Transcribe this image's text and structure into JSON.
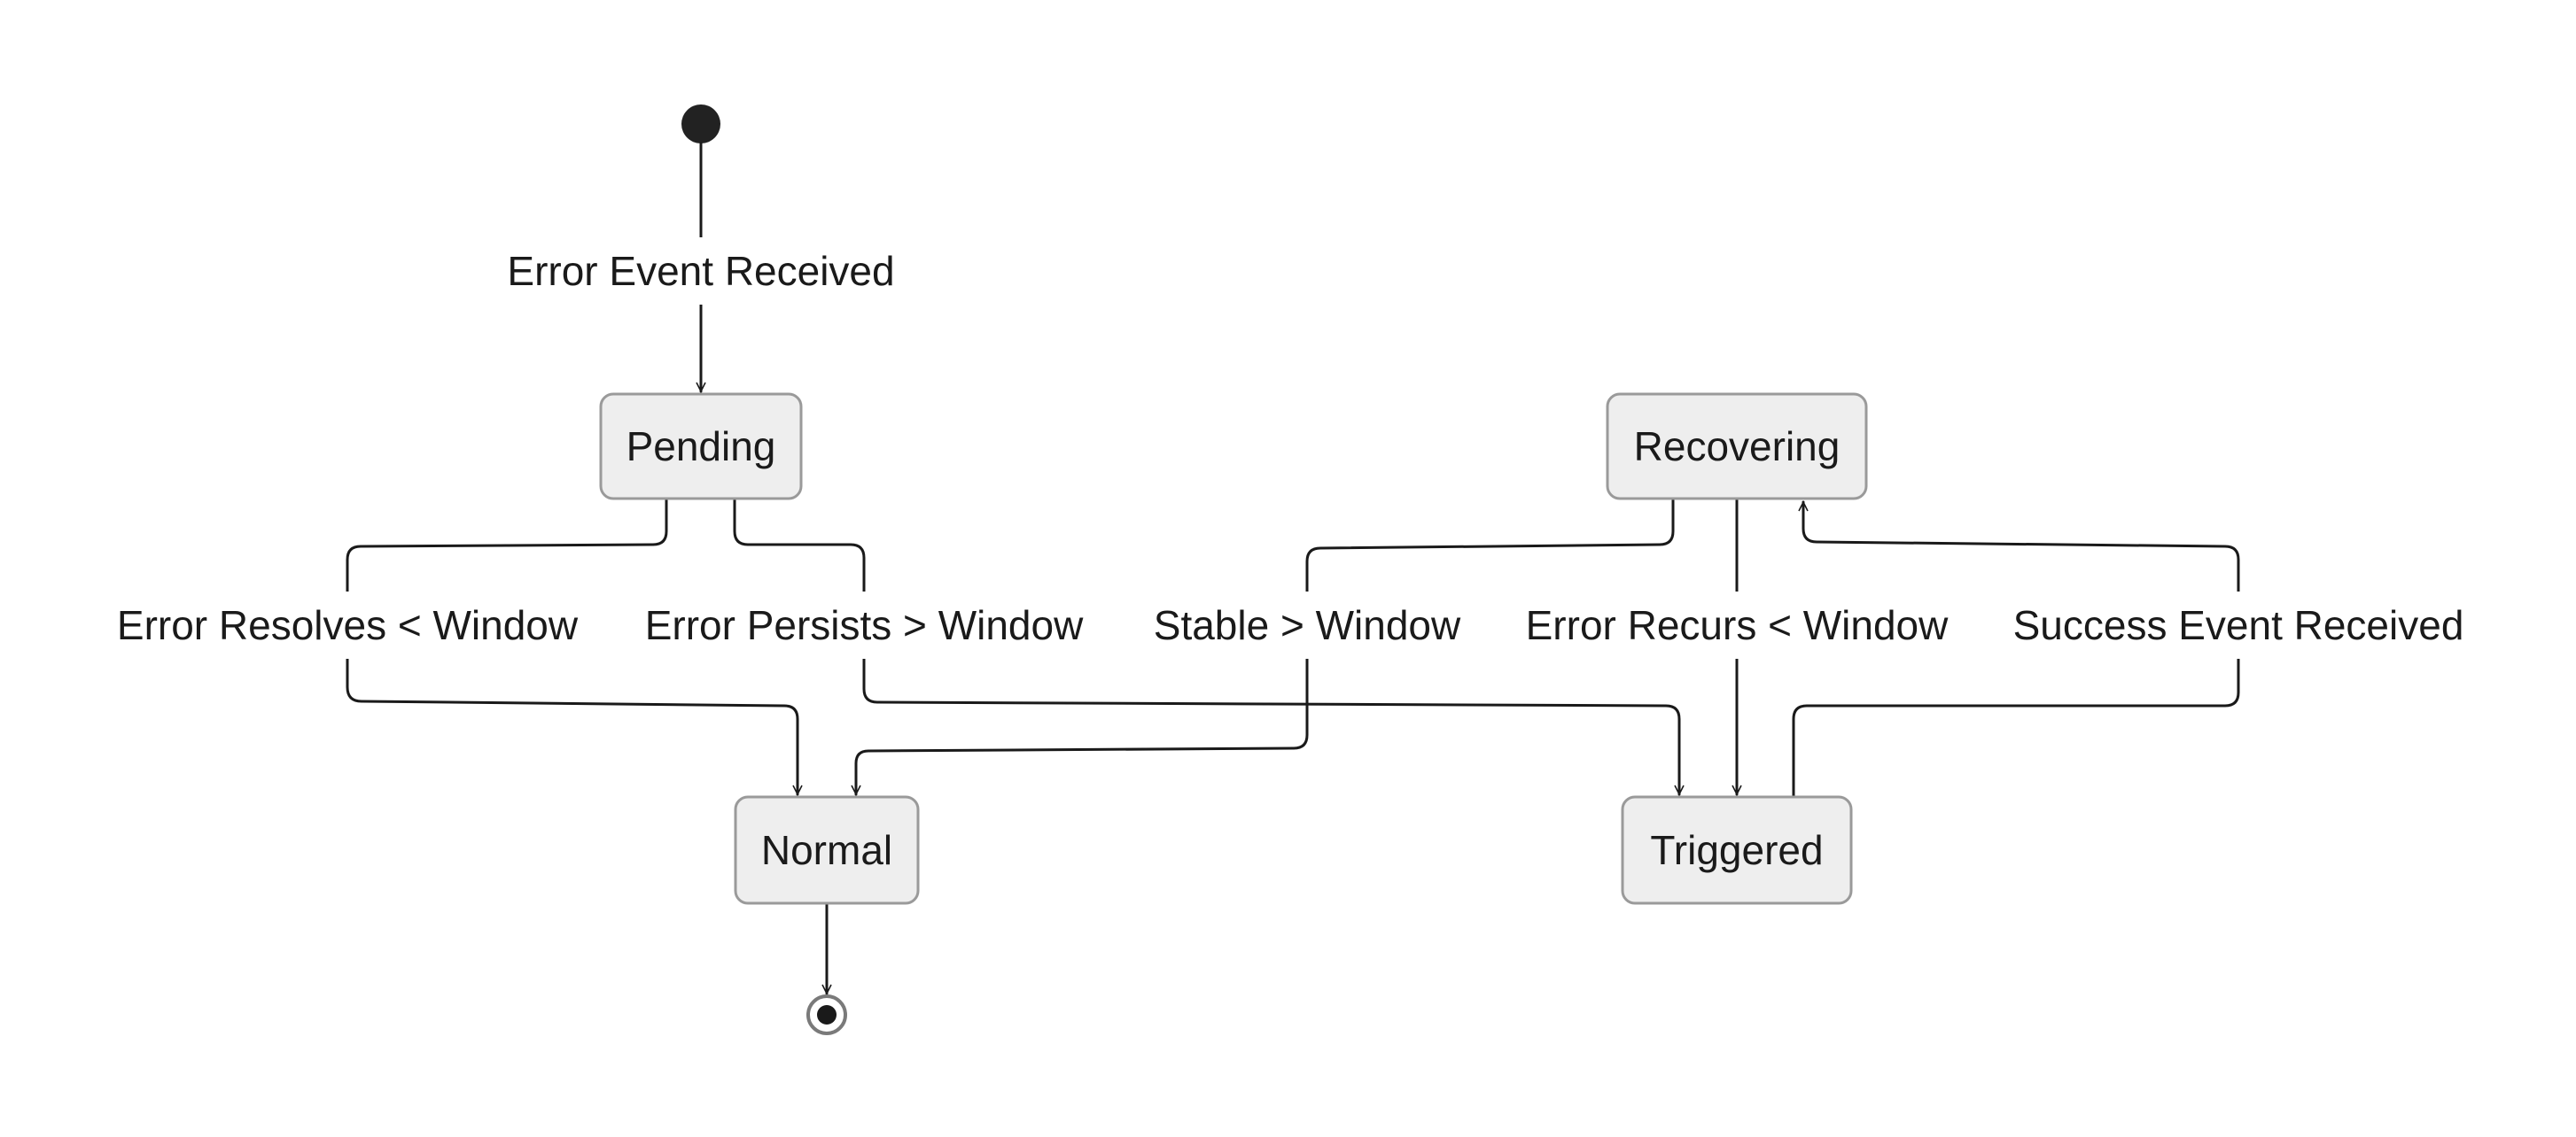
{
  "diagram": {
    "states": {
      "pending": "Pending",
      "recovering": "Recovering",
      "normal": "Normal",
      "triggered": "Triggered"
    },
    "transitions": {
      "start_to_pending": "Error Event Received",
      "pending_to_normal": "Error Resolves < Window",
      "pending_to_triggered": "Error Persists > Window",
      "recovering_to_normal": "Stable > Window",
      "recovering_to_triggered": "Error Recurs < Window",
      "triggered_to_recovering": "Success Event Received"
    },
    "colors": {
      "state_fill": "#eeeeee",
      "state_stroke": "#9a9a9a",
      "line": "#1a1a1a"
    }
  }
}
